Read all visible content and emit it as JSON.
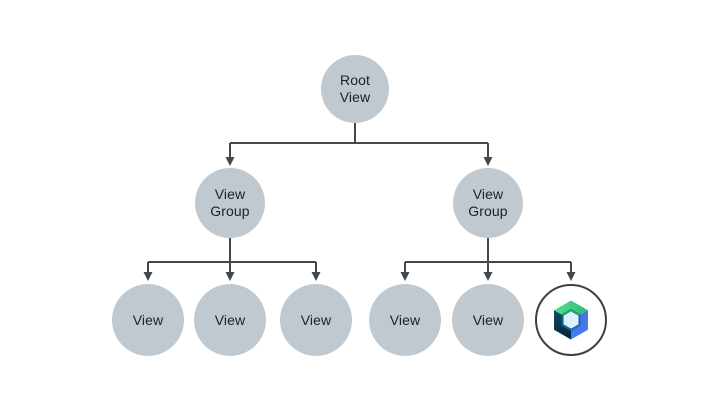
{
  "diagram": {
    "name": "view-hierarchy-tree",
    "nodes": {
      "root": {
        "label": "Root\nView"
      },
      "group_left": {
        "label": "View\nGroup"
      },
      "group_right": {
        "label": "View\nGroup"
      },
      "view_1": {
        "label": "View"
      },
      "view_2": {
        "label": "View"
      },
      "view_3": {
        "label": "View"
      },
      "view_4": {
        "label": "View"
      },
      "view_5": {
        "label": "View"
      },
      "compose_leaf": {
        "label": "",
        "icon": "jetpack-compose-logo"
      }
    },
    "edges": [
      {
        "from": "root",
        "to": "group_left"
      },
      {
        "from": "root",
        "to": "group_right"
      },
      {
        "from": "group_left",
        "to": "view_1"
      },
      {
        "from": "group_left",
        "to": "view_2"
      },
      {
        "from": "group_left",
        "to": "view_3"
      },
      {
        "from": "group_right",
        "to": "view_4"
      },
      {
        "from": "group_right",
        "to": "view_5"
      },
      {
        "from": "group_right",
        "to": "compose_leaf"
      }
    ],
    "colors": {
      "background": "#FFFFFF",
      "node_fill": "#C0C9CF",
      "node_text": "#202124",
      "connector": "#45484B",
      "compose_ring": "#3C4043",
      "compose_green": "#3DDC84",
      "compose_blue": "#4285F4",
      "compose_dark": "#083042",
      "compose_center": "#DCF1FC"
    }
  }
}
